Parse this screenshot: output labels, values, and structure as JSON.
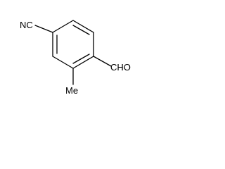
{
  "molecule": {
    "substituents": {
      "nitrile": "NC",
      "aldehyde": "CHO",
      "methyl": "Me"
    }
  },
  "colors": {
    "background": "#ffffff",
    "ink": "#000000"
  }
}
